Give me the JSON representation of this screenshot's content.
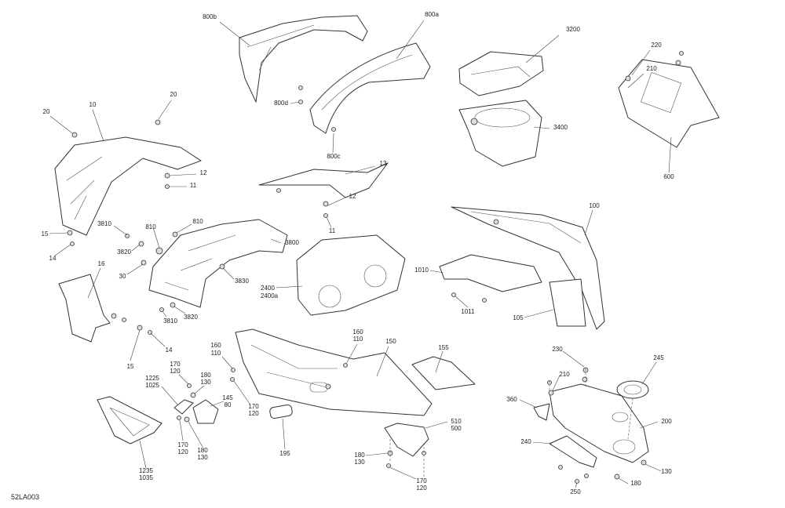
{
  "figure_id": "52LA003",
  "labels": [
    "800b",
    "800a",
    "3200",
    "220",
    "210",
    "20",
    "10",
    "20",
    "800d",
    "3400",
    "800c",
    "13",
    "12",
    "11",
    "12",
    "11",
    "600",
    "100",
    "3810",
    "810",
    "810",
    "15",
    "14",
    "3820",
    "3800",
    "30",
    "1010",
    "3830",
    "2400",
    "2400a",
    "16",
    "3810",
    "3820",
    "1011",
    "105",
    "14",
    "15",
    "160",
    "110",
    "160",
    "110",
    "150",
    "155",
    "230",
    "245",
    "170",
    "120",
    "180",
    "130",
    "1225",
    "1025",
    "145",
    "80",
    "210",
    "360",
    "200",
    "170",
    "120",
    "510",
    "500",
    "170",
    "120",
    "180",
    "130",
    "195",
    "180",
    "130",
    "240",
    "130",
    "170",
    "120",
    "1235",
    "1035",
    "250",
    "180"
  ]
}
